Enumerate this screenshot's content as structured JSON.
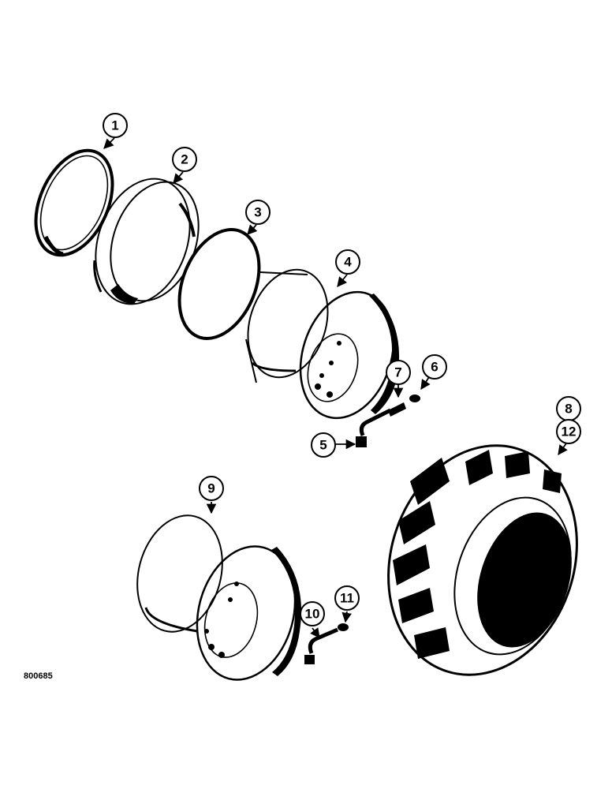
{
  "document": {
    "reference_code": "800685"
  },
  "callouts": [
    {
      "id": "c1",
      "label": "1"
    },
    {
      "id": "c2",
      "label": "2"
    },
    {
      "id": "c3",
      "label": "3"
    },
    {
      "id": "c4",
      "label": "4"
    },
    {
      "id": "c5",
      "label": "5"
    },
    {
      "id": "c6",
      "label": "6"
    },
    {
      "id": "c7",
      "label": "7"
    },
    {
      "id": "c8",
      "label": "8"
    },
    {
      "id": "c12",
      "label": "12"
    },
    {
      "id": "c9",
      "label": "9"
    },
    {
      "id": "c10",
      "label": "10"
    },
    {
      "id": "c11",
      "label": "11"
    }
  ],
  "colors": {
    "ink": "#000000",
    "paper": "#ffffff"
  }
}
